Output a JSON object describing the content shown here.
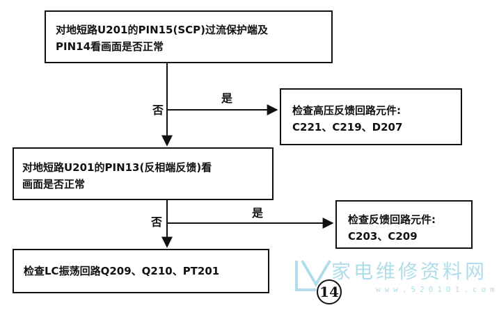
{
  "boxes": {
    "step1": [
      "对地短路U201的PIN15(SCP)过流保护端及",
      "PIN14看画面是否正常"
    ],
    "check1": [
      "检查高压反馈回路元件:",
      "C221、C219、D207"
    ],
    "step2": [
      "对地短路U201的PIN13(反相端反馈)看",
      "画面是否正常"
    ],
    "check2": [
      "检查反馈回路元件:",
      "C203、C209"
    ],
    "final": [
      "检查LC振荡回路Q209、Q210、PT201"
    ]
  },
  "labels": {
    "yes": "是",
    "no": "否"
  },
  "page_mark": "14",
  "watermark": {
    "text": "家电维修资料网",
    "url": "www.520101.com"
  },
  "colors": {
    "watermark": "#6fc3d8",
    "ink": "#111111"
  }
}
